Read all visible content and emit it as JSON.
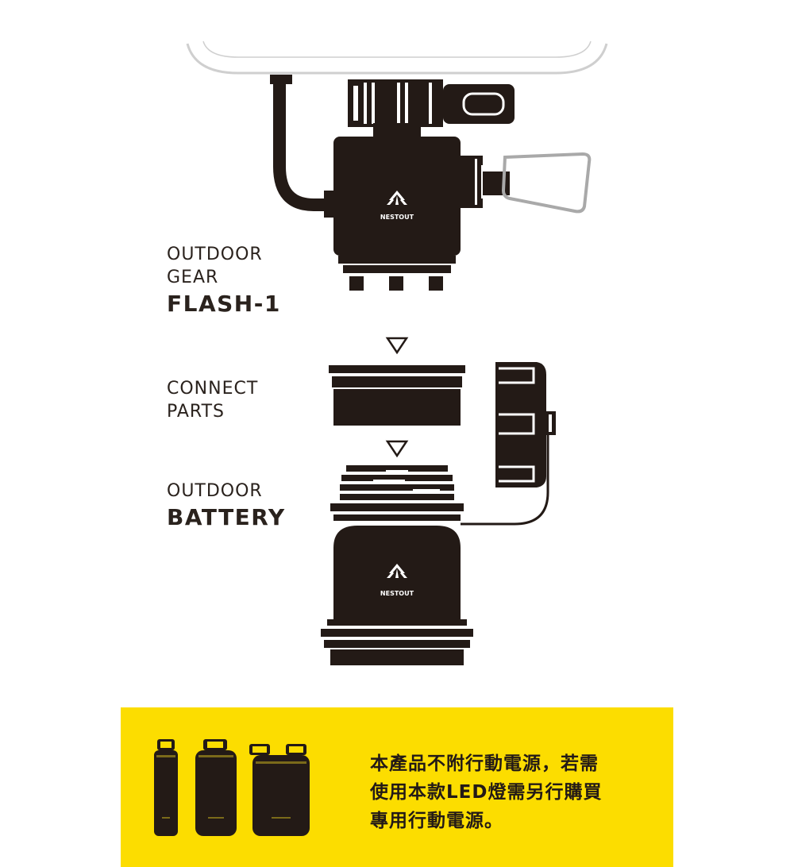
{
  "labels": {
    "flash": {
      "line1": "OUTDOOR",
      "line2": "GEAR",
      "strong": "FLASH-1"
    },
    "connect": {
      "line1": "CONNECT",
      "line2": "PARTS"
    },
    "battery": {
      "line1": "OUTDOOR",
      "strong": "BATTERY"
    }
  },
  "brand": {
    "flash_logo": "NESTOUT",
    "battery_logo": "NESTOUT"
  },
  "notice": {
    "line1": "本產品不附行動電源，若需",
    "line2": "使用本款LED燈需另行購買",
    "line3": "專用行動電源。"
  },
  "icons": {
    "arrow_1": "down-triangle-outline",
    "arrow_2": "down-triangle-outline",
    "logo": "leaf-arrow-logo"
  },
  "colors": {
    "product": "#231a16",
    "banner": "#fcdd00",
    "outline": "#cfcfcf"
  }
}
